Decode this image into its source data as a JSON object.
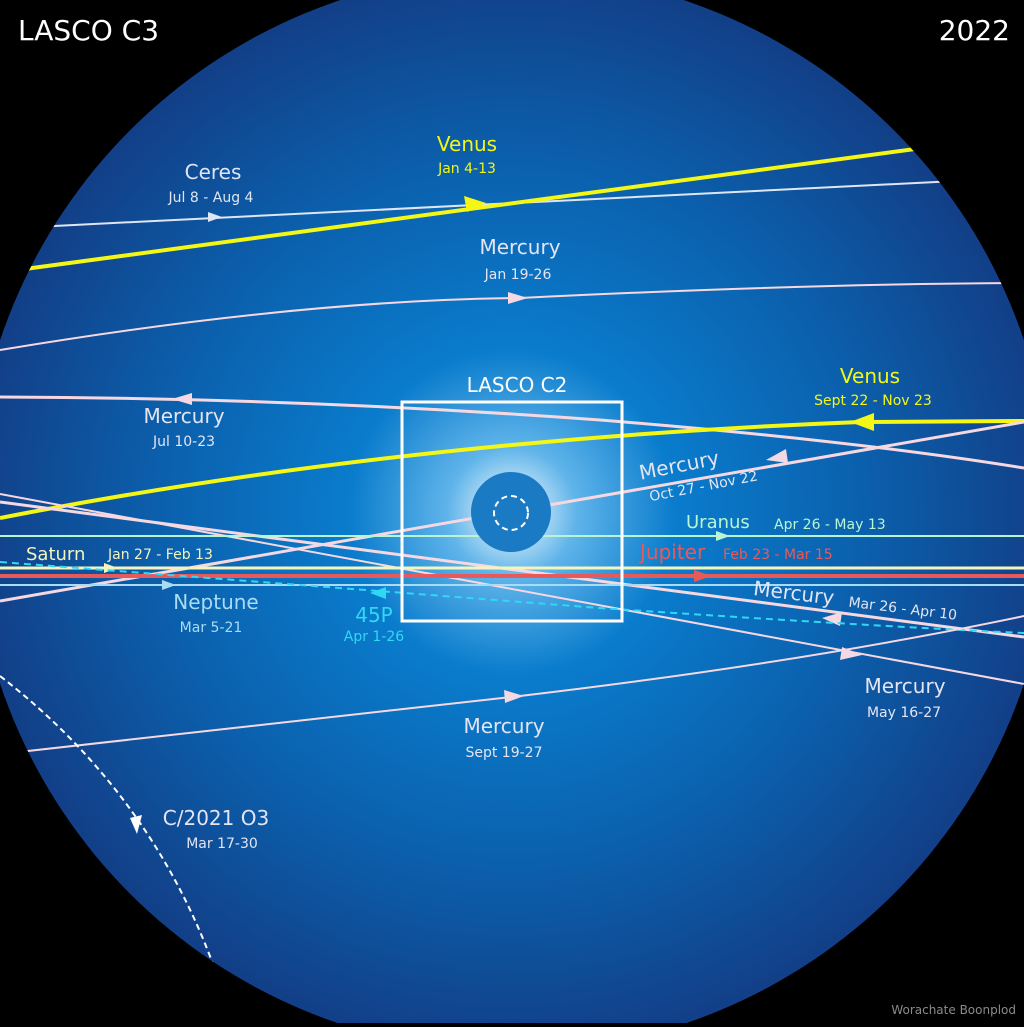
{
  "header": {
    "instrument": "LASCO C3",
    "year": "2022"
  },
  "credit": "Worachate Boonplod",
  "inner_field": {
    "label": "LASCO C2"
  },
  "colors": {
    "background": "#000000",
    "field_outer": "#103f86",
    "field_mid": "#0a6cb8",
    "field_center": "#ffffff",
    "occulter": "#1a7ac4",
    "venus": "#f4f716",
    "mercury": "#f6d8e2",
    "ceres": "#dde6f2",
    "uranus": "#b8f5d2",
    "jupiter": "#e85a5a",
    "saturn": "#f4f4bc",
    "neptune": "#a8dcf4",
    "comet_45p": "#30d8f4",
    "comet_c2021o3": "#ffffff"
  },
  "labels": {
    "venus_jan": {
      "name": "Venus",
      "dates": "Jan 4-13"
    },
    "ceres": {
      "name": "Ceres",
      "dates": "Jul 8 - Aug 4"
    },
    "mercury_jan": {
      "name": "Mercury",
      "dates": "Jan 19-26"
    },
    "mercury_jul": {
      "name": "Mercury",
      "dates": "Jul 10-23"
    },
    "venus_sep": {
      "name": "Venus",
      "dates": "Sept 22 - Nov 23"
    },
    "mercury_oct": {
      "name": "Mercury",
      "dates": "Oct 27 - Nov 22"
    },
    "uranus": {
      "name": "Uranus",
      "dates": "Apr 26 - May 13"
    },
    "jupiter": {
      "name": "Jupiter",
      "dates": "Feb 23 - Mar 15"
    },
    "saturn": {
      "name": "Saturn",
      "dates": "Jan 27 - Feb 13"
    },
    "neptune": {
      "name": "Neptune",
      "dates": "Mar 5-21"
    },
    "comet_45p": {
      "name": "45P",
      "dates": "Apr 1-26"
    },
    "mercury_mar": {
      "name": "Mercury",
      "dates": "Mar 26 - Apr 10"
    },
    "mercury_may": {
      "name": "Mercury",
      "dates": "May 16-27"
    },
    "mercury_sep": {
      "name": "Mercury",
      "dates": "Sept 19-27"
    },
    "comet_c2021o3": {
      "name": "C/2021 O3",
      "dates": "Mar 17-30"
    }
  }
}
